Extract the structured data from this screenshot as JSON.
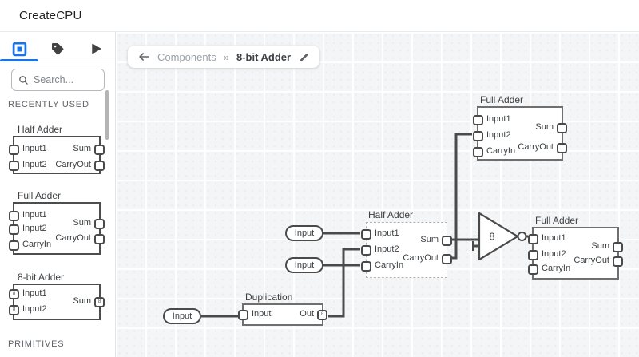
{
  "app": {
    "title": "CreateCPU"
  },
  "sidebar": {
    "search_placeholder": "Search...",
    "section_recent": "RECENTLY USED",
    "section_primitives": "PRIMITIVES",
    "components": [
      {
        "title": "Half Adder",
        "in1": "Input1",
        "in2": "Input2",
        "out1": "Sum",
        "out2": "CarryOut"
      },
      {
        "title": "Full Adder",
        "in1": "Input1",
        "in2": "Input2",
        "in3": "CarryIn",
        "out1": "Sum",
        "out2": "CarryOut"
      },
      {
        "title": "8-bit Adder",
        "in1": "Input1",
        "in2": "Input2",
        "out1": "Sum",
        "bus": "8"
      }
    ]
  },
  "breadcrumb": {
    "parent": "Components",
    "separator": "»",
    "current": "8-bit Adder"
  },
  "canvas": {
    "components": {
      "fa_top": {
        "title": "Full Adder",
        "in1": "Input1",
        "in2": "Input2",
        "in3": "CarryIn",
        "out1": "Sum",
        "out2": "CarryOut"
      },
      "ha": {
        "title": "Half Adder",
        "in1": "Input1",
        "in2": "Input2",
        "in3": "CarryIn",
        "out1": "Sum",
        "out2": "CarryOut"
      },
      "dup": {
        "title": "Duplication",
        "in1": "Input",
        "out1": "Out",
        "bus": "8"
      },
      "fa_right": {
        "title": "Full Adder",
        "in1": "Input1",
        "in2": "Input2",
        "in3": "CarryIn",
        "out1": "Sum",
        "out2": "CarryOut"
      }
    },
    "inputs": [
      {
        "label": "Input"
      },
      {
        "label": "Input"
      },
      {
        "label": "Input"
      }
    ],
    "not_gate": {
      "bus_label": "8"
    }
  },
  "colors": {
    "accent": "#1a73e8",
    "wire": "#4a4a4a",
    "icon": "#424242"
  }
}
